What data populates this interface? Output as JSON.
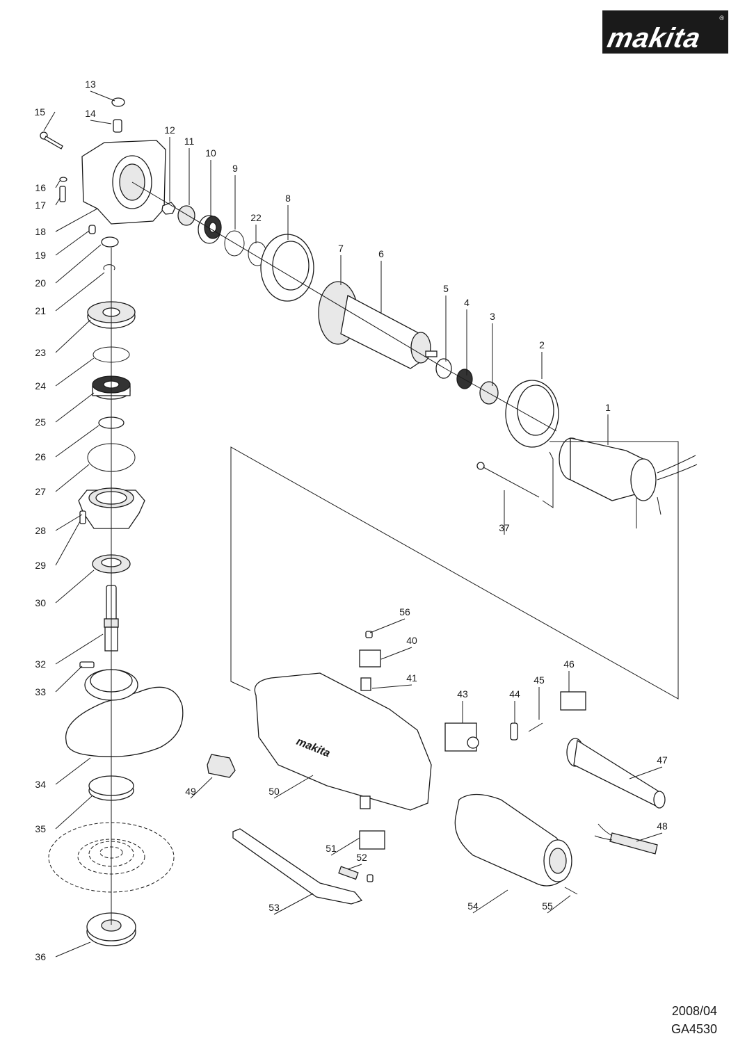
{
  "brand": {
    "name": "makita",
    "registered_mark": "®"
  },
  "footer": {
    "date": "2008/04",
    "model": "GA4530"
  },
  "diagram": {
    "title": "Exploded parts view",
    "part_numbers": [
      "1",
      "2",
      "3",
      "4",
      "5",
      "6",
      "7",
      "8",
      "9",
      "10",
      "11",
      "12",
      "13",
      "14",
      "15",
      "16",
      "17",
      "18",
      "19",
      "20",
      "21",
      "22",
      "23",
      "24",
      "25",
      "26",
      "27",
      "28",
      "29",
      "30",
      "32",
      "33",
      "34",
      "35",
      "36",
      "37",
      "40",
      "41",
      "43",
      "44",
      "45",
      "46",
      "47",
      "48",
      "49",
      "50",
      "51",
      "52",
      "53",
      "54",
      "55",
      "56"
    ]
  },
  "icons": {
    "logo": "makita-logo-icon"
  }
}
